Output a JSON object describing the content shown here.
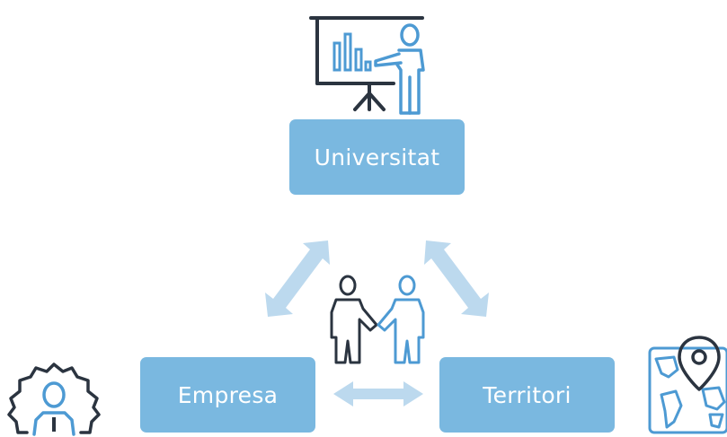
{
  "nodes": {
    "universitat": "Universitat",
    "empresa": "Empresa",
    "territori": "Territori"
  },
  "colors": {
    "box": "#7ab8e0",
    "arrow": "#bcd9ee",
    "icon_dark": "#2b3440",
    "icon_blue": "#4d9ad3"
  },
  "icons": {
    "top": "presentation-icon",
    "center": "handshake-icon",
    "left": "business-gear-icon",
    "right": "world-map-pin-icon"
  }
}
